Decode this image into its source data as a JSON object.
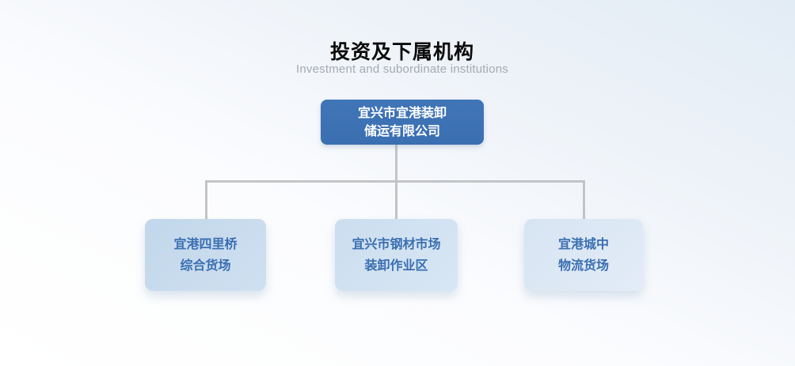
{
  "header": {
    "title": "投资及下属机构",
    "subtitle": "Investment and subordinate institutions"
  },
  "org_chart": {
    "root": {
      "name": "宜兴市宜港装卸储运有限公司",
      "line1": "宜兴市宜港装卸",
      "line2": "储运有限公司"
    },
    "children": [
      {
        "name": "宜港四里桥综合货场",
        "line1": "宜港四里桥",
        "line2": "综合货场"
      },
      {
        "name": "宜兴市钢材市场装卸作业区",
        "line1": "宜兴市钢材市场",
        "line2": "装卸作业区"
      },
      {
        "name": "宜港城中物流货场",
        "line1": "宜港城中",
        "line2": "物流货场"
      }
    ]
  },
  "colors": {
    "root_node_bg": "#3e73b5",
    "child_node_bg_1": "#c7dbee",
    "child_node_bg_2": "#cfe1f1",
    "child_node_bg_3": "#dce8f5",
    "child_node_text": "#3a6fb2",
    "connector": "#c2c4c6",
    "title_text": "#0b0b0b",
    "subtitle_text": "#a5aab0"
  }
}
